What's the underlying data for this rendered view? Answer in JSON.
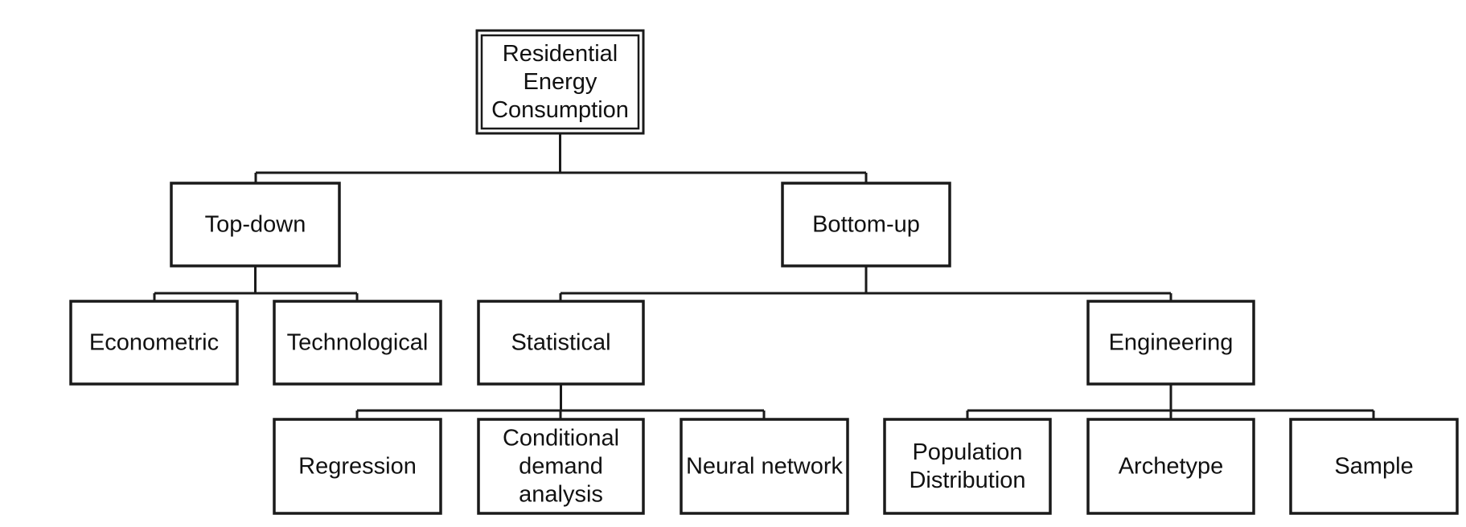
{
  "diagram": {
    "type": "tree",
    "root": {
      "label": [
        "Residential",
        "Energy",
        "Consumption"
      ],
      "children": [
        {
          "label": [
            "Top-down"
          ],
          "children": [
            {
              "label": [
                "Econometric"
              ]
            },
            {
              "label": [
                "Technological"
              ]
            }
          ]
        },
        {
          "label": [
            "Bottom-up"
          ],
          "children": [
            {
              "label": [
                "Statistical"
              ],
              "children": [
                {
                  "label": [
                    "Regression"
                  ]
                },
                {
                  "label": [
                    "Conditional",
                    "demand",
                    "analysis"
                  ]
                },
                {
                  "label": [
                    "Neural network"
                  ]
                }
              ]
            },
            {
              "label": [
                "Engineering"
              ],
              "children": [
                {
                  "label": [
                    "Population",
                    "Distribution"
                  ]
                },
                {
                  "label": [
                    "Archetype"
                  ]
                },
                {
                  "label": [
                    "Sample"
                  ]
                }
              ]
            }
          ]
        }
      ]
    }
  }
}
